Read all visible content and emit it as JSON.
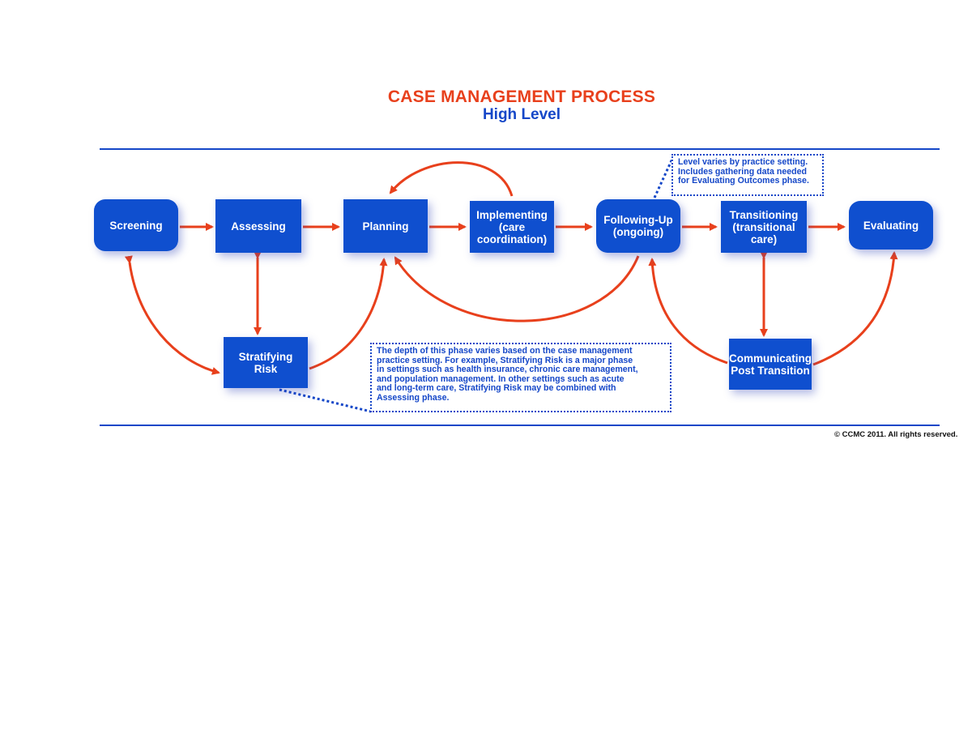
{
  "header": {
    "title": "CASE MANAGEMENT PROCESS",
    "subtitle": "High Level"
  },
  "diagram": {
    "nodes": [
      {
        "id": "screening",
        "label": "Screening"
      },
      {
        "id": "assessing",
        "label": "Assessing"
      },
      {
        "id": "planning",
        "label": "Planning"
      },
      {
        "id": "implementing",
        "label": "Implementing\n(care\ncoordination)"
      },
      {
        "id": "following_up",
        "label": "Following-Up\n(ongoing)"
      },
      {
        "id": "transitioning",
        "label": "Transitioning\n(transitional\ncare)"
      },
      {
        "id": "evaluating",
        "label": "Evaluating"
      },
      {
        "id": "stratifying_risk",
        "label": "Stratifying\nRisk"
      },
      {
        "id": "communicating",
        "label": "Communicating\nPost Transition"
      }
    ],
    "notes": {
      "following_up": "Level varies by practice setting.\nIncludes gathering data needed\nfor Evaluating Outcomes phase.",
      "stratifying_risk": "The depth of this phase varies based on the case management\npractice setting. For example, Stratifying Risk is a major phase\nin settings such as health insurance, chronic care management,\nand population management. In other settings such as acute\nand long-term care, Stratifying Risk may be combined with\nAssessing phase."
    },
    "colors": {
      "box": "#0f4fcf",
      "arrow": "#e8401c",
      "title": "#e8401c",
      "subtitle": "#1547c8",
      "rule": "#1547c8"
    }
  },
  "footer": {
    "copyright": "© CCMC 2011. All rights reserved."
  }
}
